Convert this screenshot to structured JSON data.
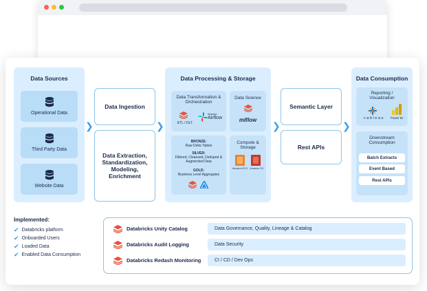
{
  "sources": {
    "title": "Data Sources",
    "items": [
      "Operational Data",
      "Third Party Data",
      "Website Data"
    ]
  },
  "ingestion": {
    "top": "Data Ingestion",
    "bottom": "Data Extraction, Standardization, Modeling, Enrichment"
  },
  "processing": {
    "title": "Data Processing & Storage",
    "transform_title": "Data Transformation & Orchestration",
    "etl_label": "ETL / DLT",
    "airflow_small": "Apache",
    "airflow_label": "Airflow",
    "science_title": "Data Science",
    "mlflow_label": "mlflow",
    "bronze_label": "BRONZE:",
    "bronze_desc": "Raw Delta Tables",
    "silver_label": "SILVER:",
    "silver_desc": "Filtered, Cleansed, Deduped & Augmented Data",
    "gold_label": "GOLD:",
    "gold_desc": "Business Level Aggregates",
    "compute_title": "Compute & Storage",
    "ec2_label": "Amazon EC2",
    "s3_label": "Amazon S3"
  },
  "semantic": {
    "top": "Semantic Layer",
    "bottom": "Rest APIs"
  },
  "consumption": {
    "title": "Data Consumption",
    "reporting_title": "Reporting / Visualization",
    "tableau_label": "+ a b l e a u",
    "powerbi_label": "Power BI",
    "downstream_title": "Downstream Consumption",
    "pills": [
      "Batch Extracts",
      "Event Based",
      "Rest APIs"
    ]
  },
  "implemented": {
    "title": "Implemented:",
    "items": [
      "Databricks platform",
      "Onboarded Users",
      "Loaded Data",
      "Enabled Data Consumption"
    ]
  },
  "tools": [
    {
      "name": "Databricks Unity Catalog",
      "desc": "Data Governance, Quality, Lineage & Catalog"
    },
    {
      "name": "Databricks Audit Logging",
      "desc": "Data Security"
    },
    {
      "name": "Databricks Redash Monitoring",
      "desc": "CI / CD / Dev Ops"
    }
  ],
  "colors": {
    "accent": "#3a9ee6",
    "panel": "#dbeeff",
    "tile": "#b9dcf7",
    "databricks": "#e8523c",
    "aws": "#e8862a"
  }
}
